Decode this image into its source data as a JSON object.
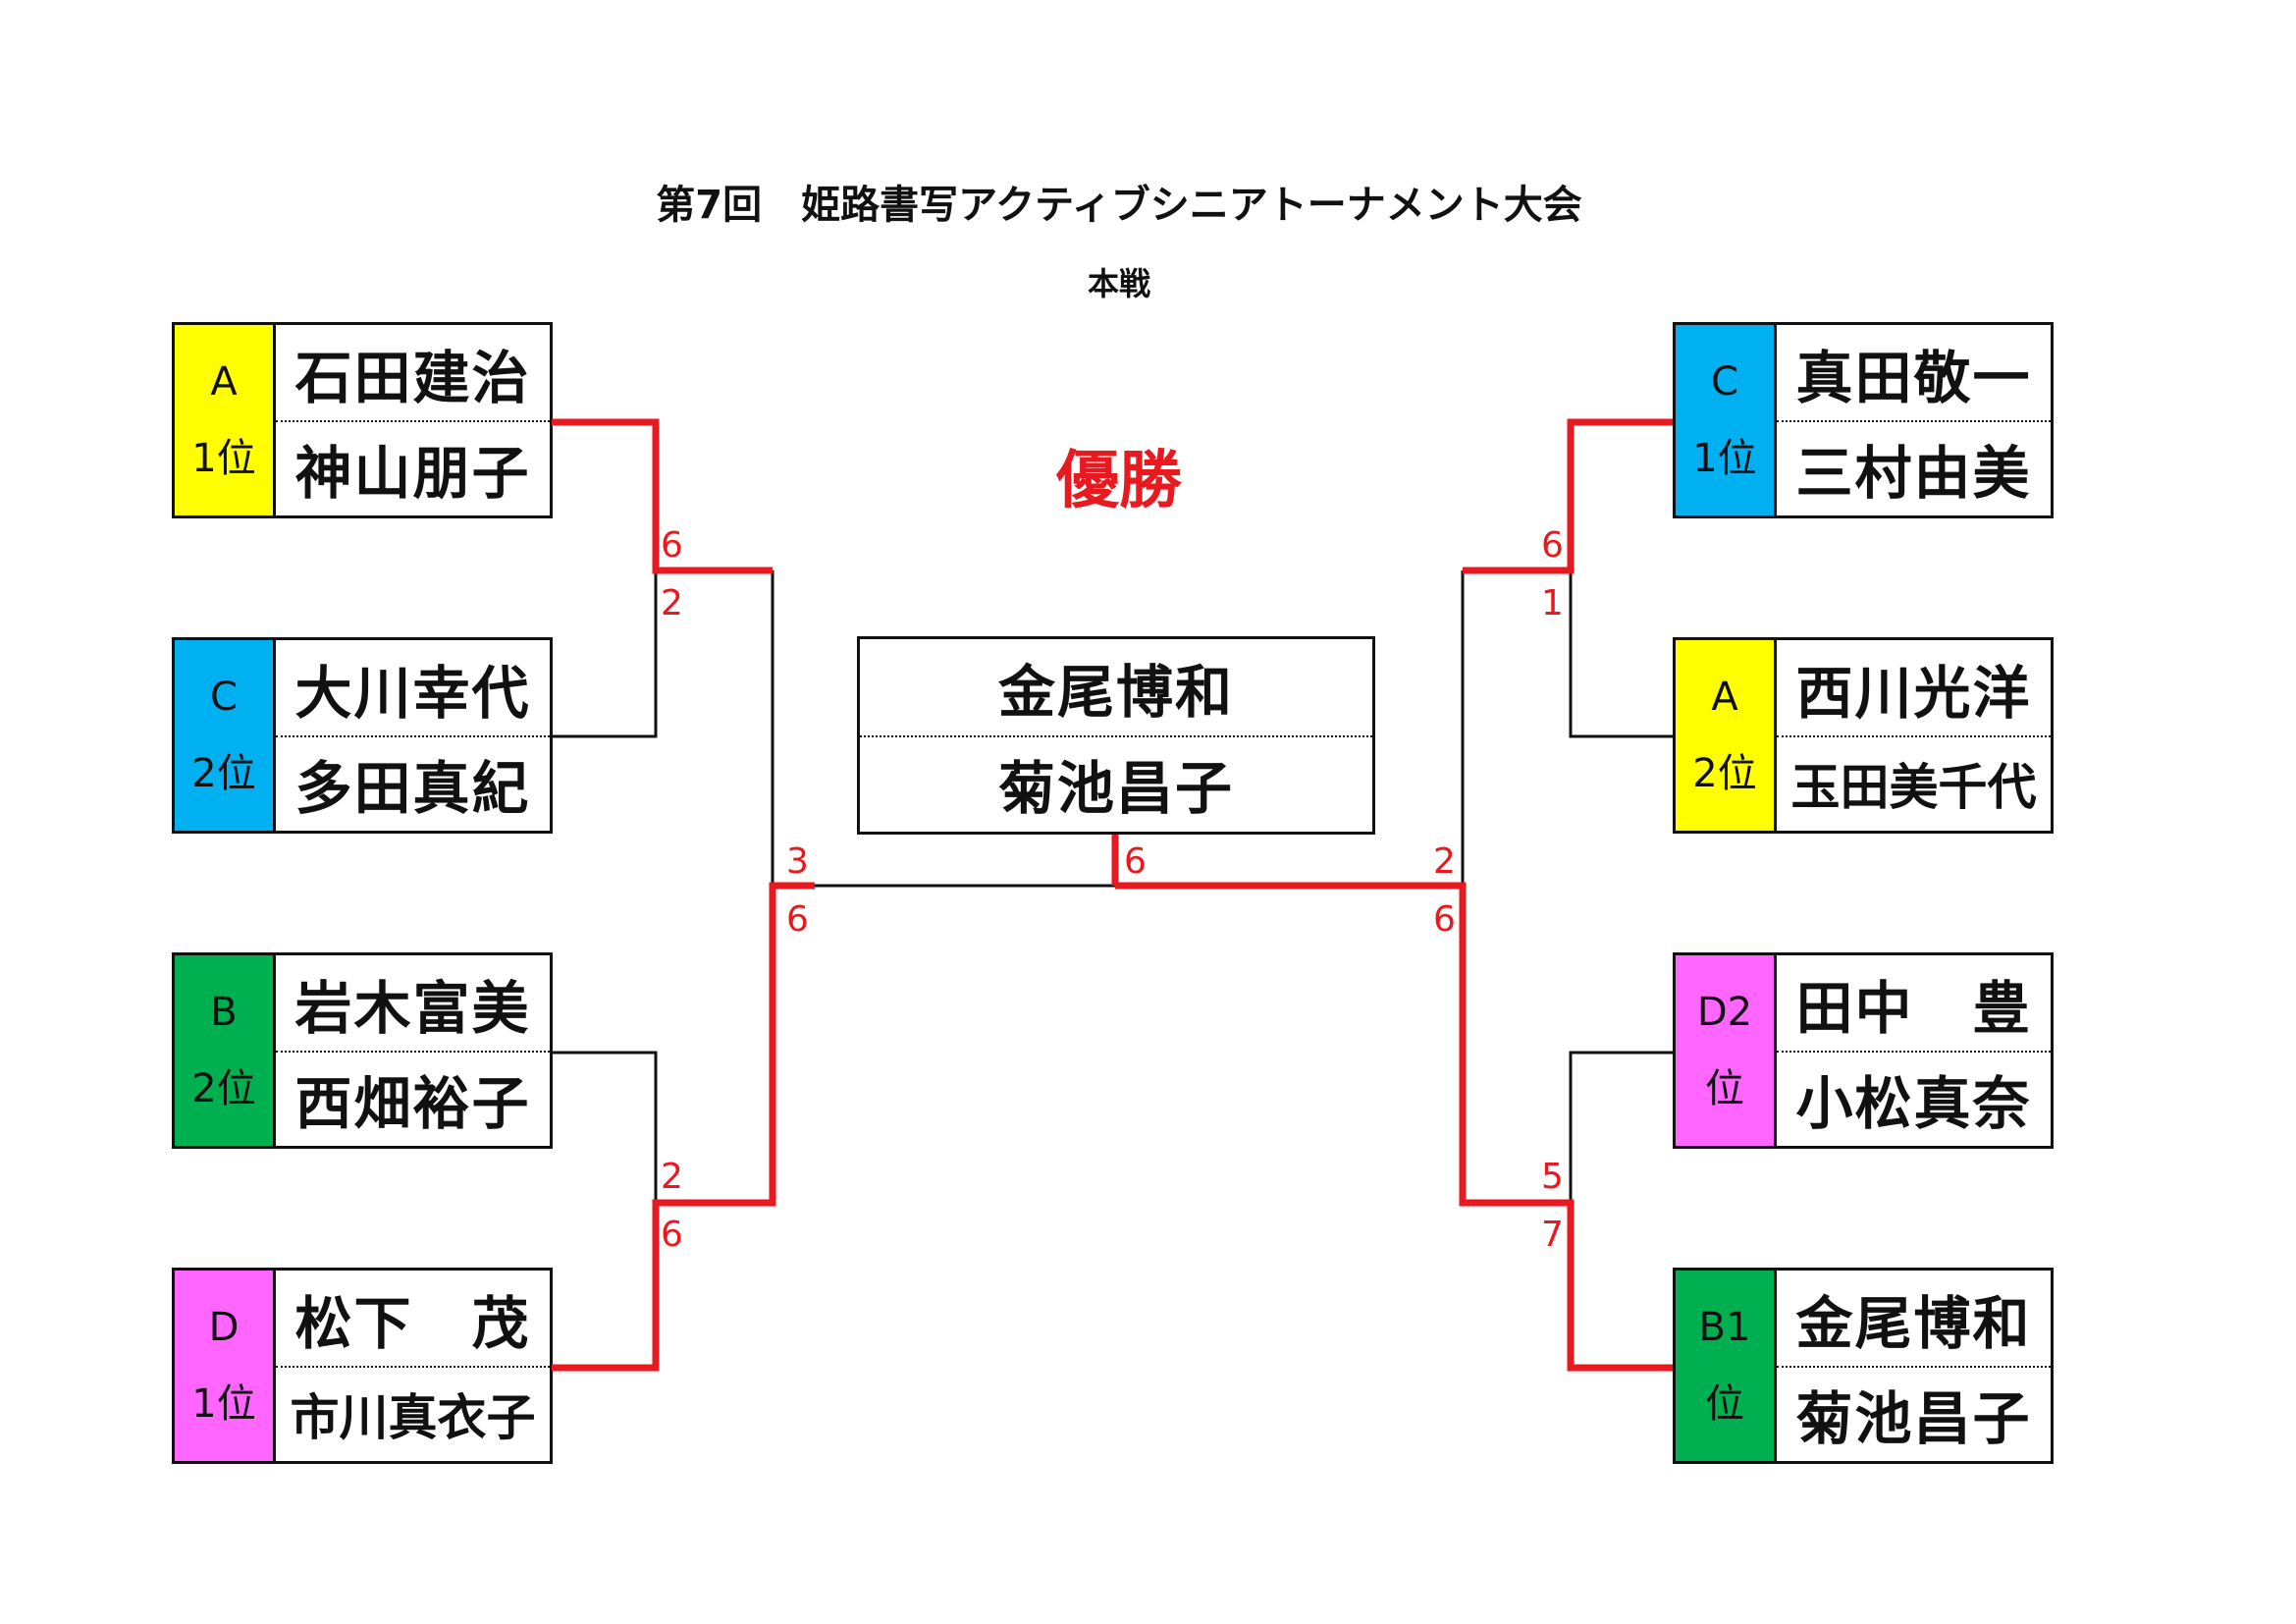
{
  "title": "第7回　姫路書写アクティブシニアトーナメント大会",
  "subtitle": "本戦",
  "winner_heading": "優勝",
  "colors": {
    "win_line": "#e8191f",
    "line": "#111111",
    "A": "#ffff00",
    "B": "#00b050",
    "C": "#00b0f0",
    "D": "#ff66ff"
  },
  "left": [
    {
      "group": "A",
      "rank": "1位",
      "players": [
        "石田建治",
        "神山朋子"
      ]
    },
    {
      "group": "C",
      "rank": "2位",
      "players": [
        "大川幸代",
        "多田真紀"
      ]
    },
    {
      "group": "B",
      "rank": "2位",
      "players": [
        "岩木富美",
        "西畑裕子"
      ]
    },
    {
      "group": "D",
      "rank": "1位",
      "players": [
        "松下　茂",
        "市川真衣子"
      ]
    }
  ],
  "right": [
    {
      "group": "C",
      "rank": "1位",
      "players": [
        "真田敬一",
        "三村由美"
      ]
    },
    {
      "group": "A",
      "rank": "2位",
      "players": [
        "西川光洋",
        "玉田美千代"
      ]
    },
    {
      "group": "D2",
      "rank": "位",
      "players": [
        "田中　豊",
        "小松真奈"
      ]
    },
    {
      "group": "B1",
      "rank": "位",
      "players": [
        "金尾博和",
        "菊池昌子"
      ]
    }
  ],
  "champion": [
    "金尾博和",
    "菊池昌子"
  ],
  "scores": {
    "l_sf1_top": "6",
    "l_sf1_bot": "2",
    "l_sf2_top": "2",
    "l_sf2_bot": "6",
    "l_f_top": "3",
    "l_f_bot": "6",
    "r_sf1_top": "6",
    "r_sf1_bot": "1",
    "r_sf2_top": "5",
    "r_sf2_bot": "7",
    "r_f_top": "2",
    "r_f_bot": "6",
    "final": "6"
  }
}
